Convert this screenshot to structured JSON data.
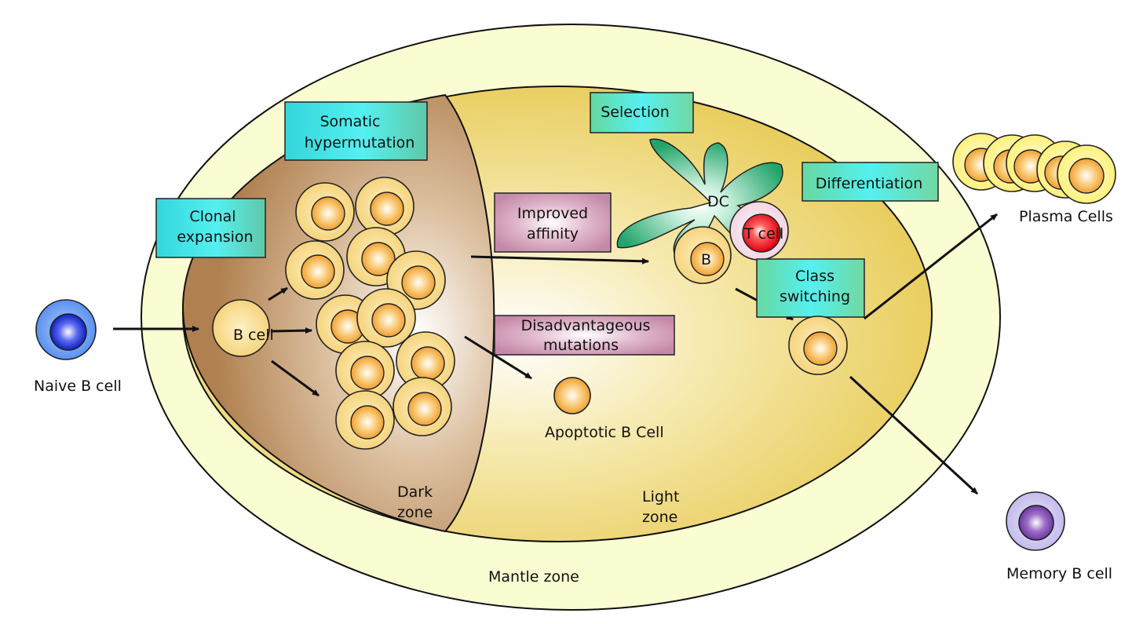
{
  "labels": {
    "naive_b_cell": "Naive B cell",
    "b_cell": "B cell",
    "dark_zone_line1": "Dark",
    "dark_zone_line2": "zone",
    "light_zone_line1": "Light",
    "light_zone_line2": "zone",
    "mantle_zone": "Mantle zone",
    "apoptotic_b_cell": "Apoptotic B Cell",
    "dc": "DC",
    "t_cell": "T cell",
    "b": "B",
    "plasma_cells": "Plasma Cells",
    "memory_b_cell": "Memory B cell"
  },
  "boxes": {
    "somatic_hypermutation": [
      "Somatic",
      "hypermutation"
    ],
    "clonal_expansion": [
      "Clonal",
      "expansion"
    ],
    "selection": [
      "Selection"
    ],
    "differentiation": [
      "Differentiation"
    ],
    "improved_affinity": [
      "Improved",
      "affinity"
    ],
    "disadvantageous_mutations": [
      "Disadvantageous",
      "mutations"
    ],
    "class_switching": [
      "Class",
      "switching"
    ]
  },
  "colors": {
    "mantle_fill": "#fafdd2",
    "light_zone": "#e6c645",
    "dark_zone": "#b98a5a",
    "cell_outer": "#f8d98a",
    "cell_inner": "#f4a73a",
    "cyan_box": "#33e0e0",
    "mauve_box": "#c48aaa",
    "dc_green": "#2ea870",
    "t_cell_red": "#e8141a",
    "naive_blue": "#2a3ad8",
    "memory_purple": "#7a52b0"
  }
}
